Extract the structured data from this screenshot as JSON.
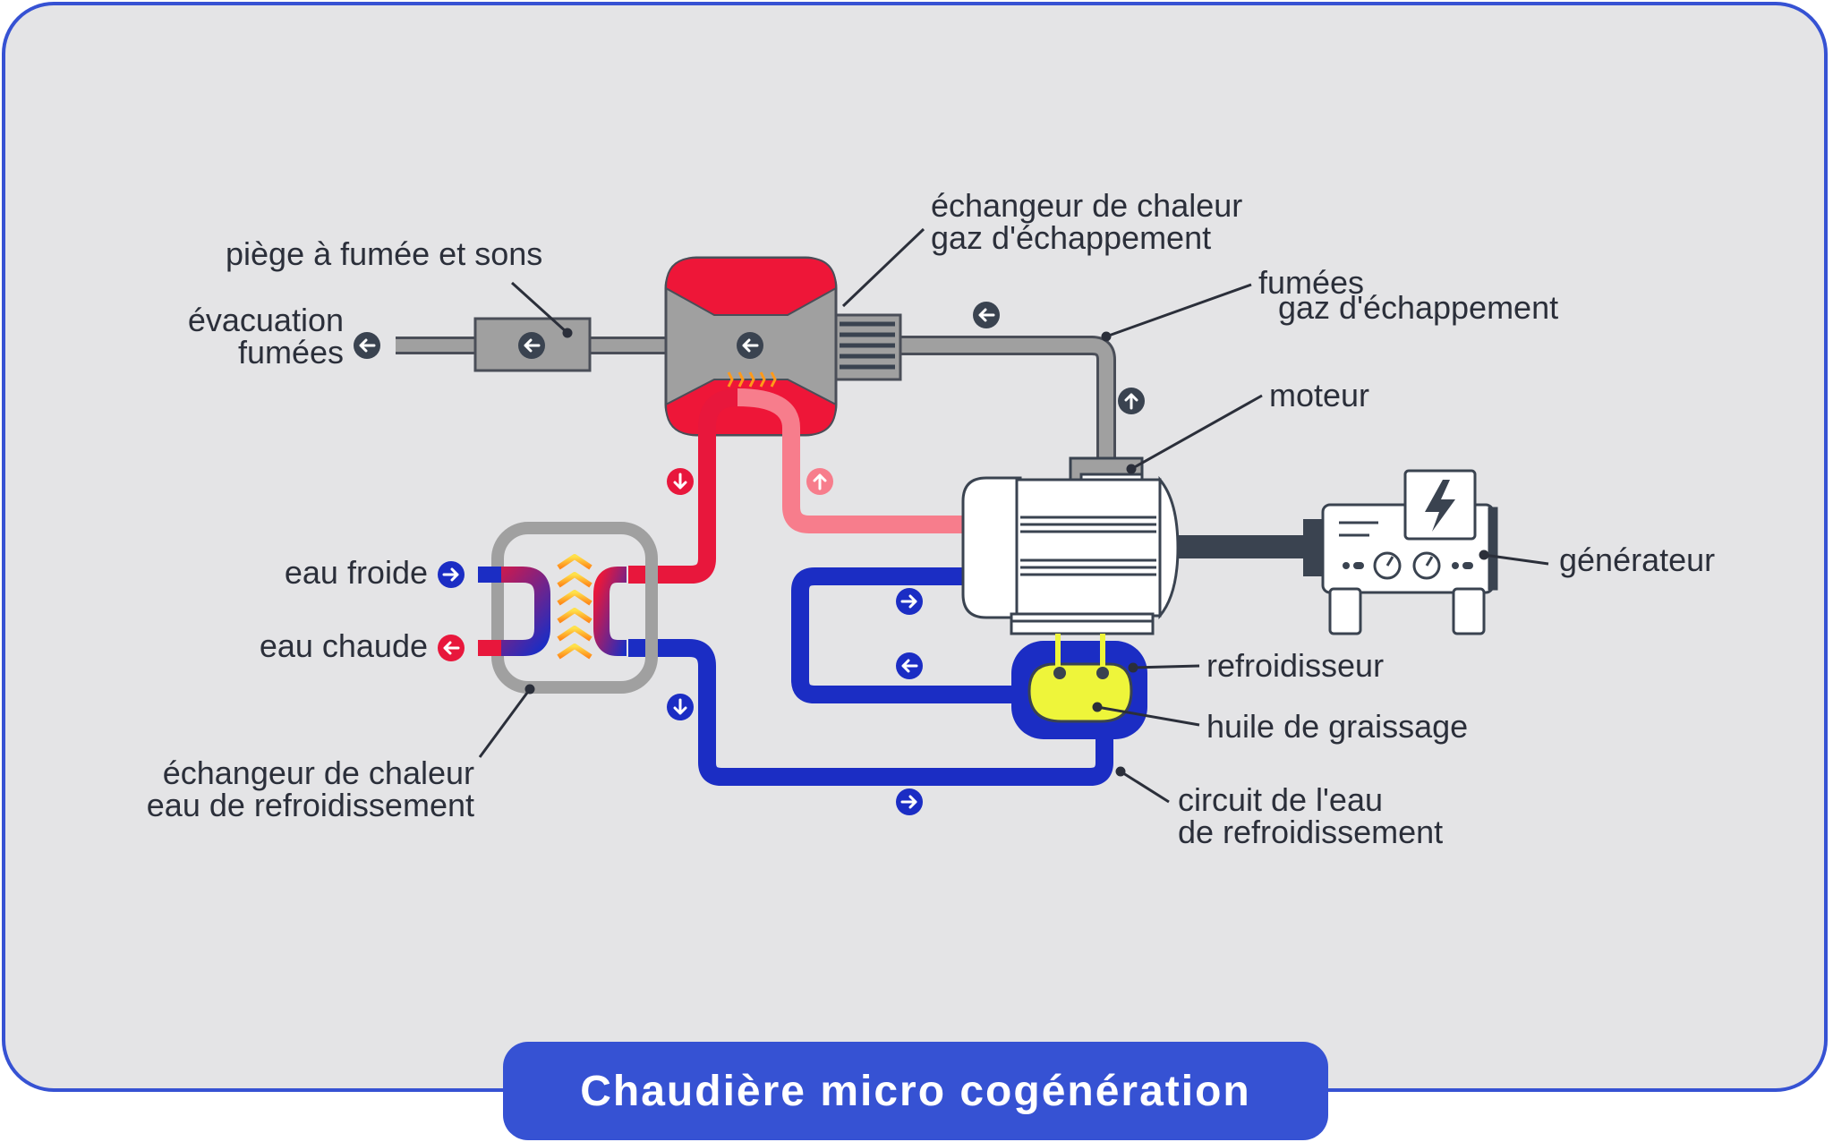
{
  "title": "Chaudière micro cogénération",
  "labels": {
    "evacuation_line1": "évacuation",
    "evacuation_line2": "fumées",
    "piege": "piège à fumée et sons",
    "echangeur_gaz_line1": "échangeur de chaleur",
    "echangeur_gaz_line2": "gaz d'échappement",
    "fumees_line1": "fumées",
    "fumees_line2": "gaz d'échappement",
    "moteur": "moteur",
    "generateur": "générateur",
    "eau_froide": "eau froide",
    "eau_chaude": "eau chaude",
    "echangeur_eau_line1": "échangeur de chaleur",
    "echangeur_eau_line2": "eau de refroidissement",
    "refroidisseur": "refroidisseur",
    "huile": "huile de graissage",
    "circuit_line1": "circuit de l'eau",
    "circuit_line2": "de refroidissement"
  },
  "colors": {
    "frame_border": "#3652d3",
    "background": "#e4e4e6",
    "hot_water": "#e8173c",
    "warm_water": "#f77d8c",
    "cold_water": "#1b2dc4",
    "exhaust_pipe": "#a0a0a0",
    "oil": "#eef53a",
    "dark_icon": "#3a4350"
  },
  "icons": {
    "flow_arrow": "arrow-circle-icon",
    "heat": "heat-zigzag-icon",
    "lightning": "lightning-icon",
    "gauge": "gauge-icon"
  }
}
